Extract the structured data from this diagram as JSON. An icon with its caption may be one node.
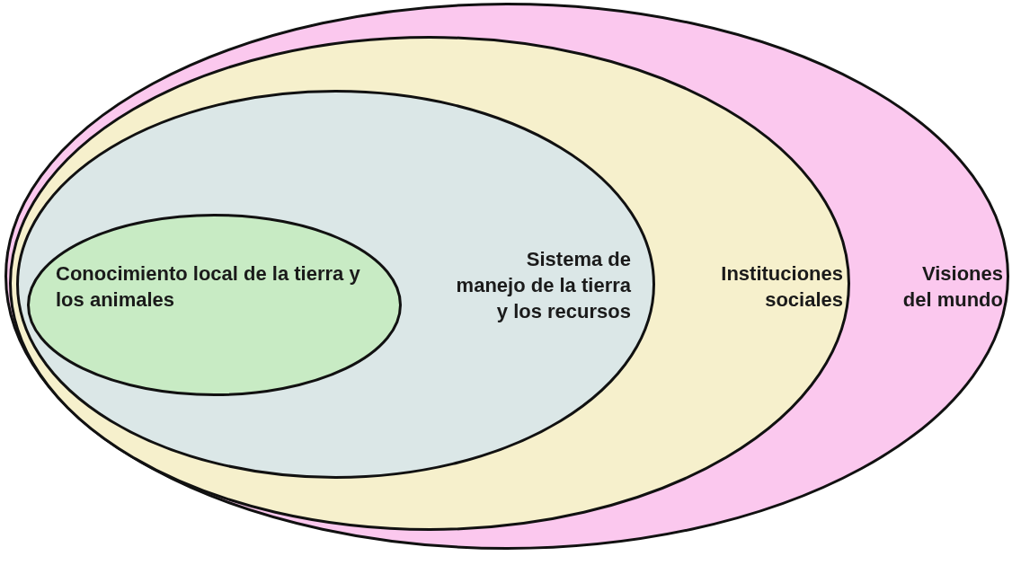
{
  "diagram": {
    "nodes": [
      {
        "text": [
          "Visiones del mundo"
        ]
      },
      {
        "text": [
          "Instituciones sociales"
        ],
        "in": 0
      },
      {
        "text": [
          "Sistema de manejo de la tierra y los recursos"
        ],
        "in": 1
      },
      {
        "text": [
          "Conocimiento local de la tierra y los animales"
        ],
        "in": 2
      }
    ]
  }
}
